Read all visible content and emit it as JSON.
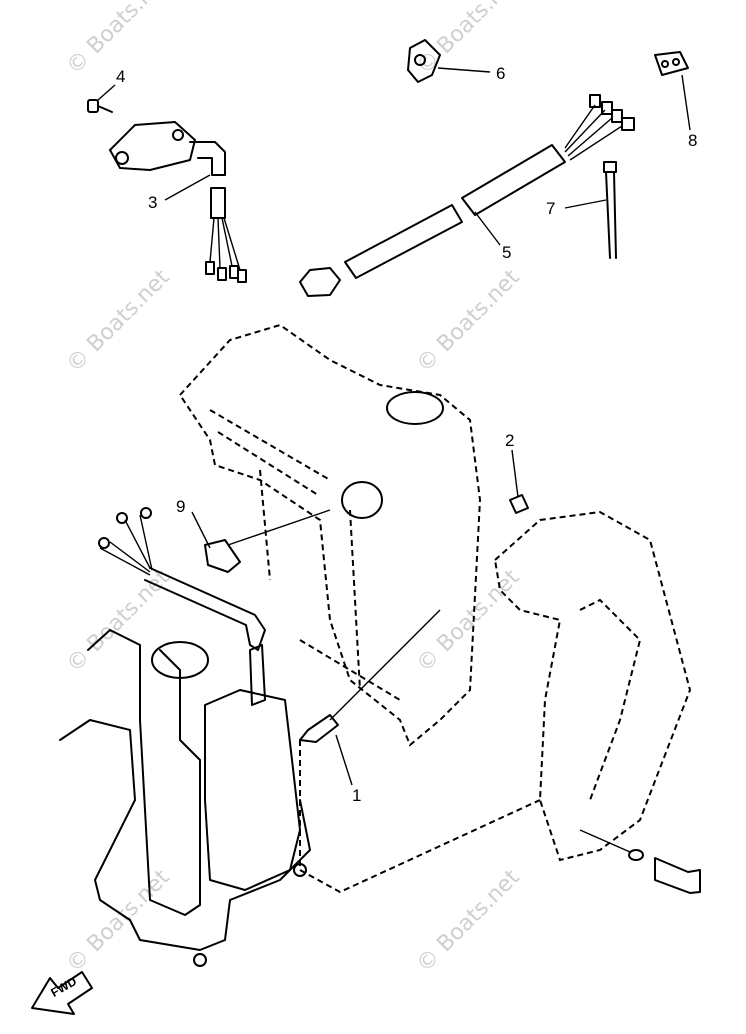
{
  "watermark": "© Boats.net",
  "callouts": [
    "1",
    "2",
    "3",
    "4",
    "5",
    "6",
    "7",
    "8",
    "9"
  ],
  "fwd_label": "FWD"
}
